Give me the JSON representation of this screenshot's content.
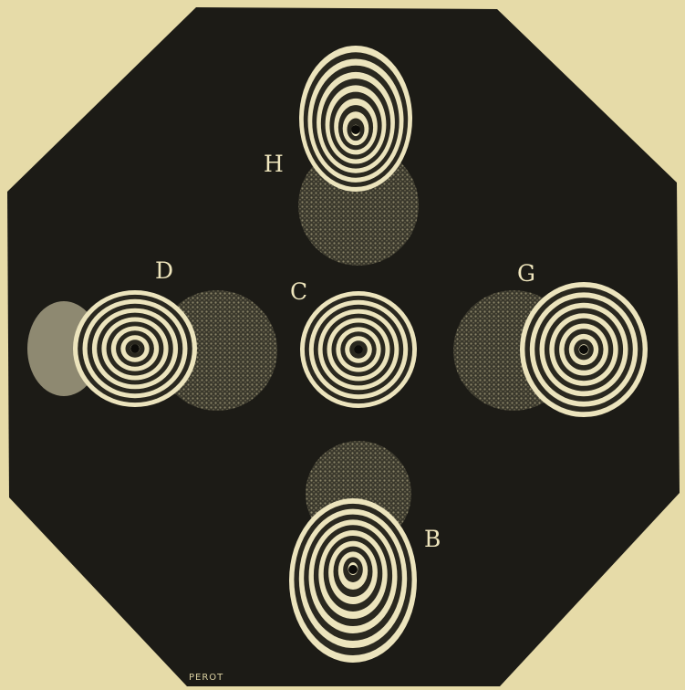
{
  "colors": {
    "paper": "#e6dba8",
    "plate": "#1c1b16",
    "ring_light": "#ece4bd",
    "ring_dark": "#2a281f",
    "stipple": "#6b6650"
  },
  "labels": {
    "h": "H",
    "d": "D",
    "c": "C",
    "g": "G",
    "b": "B"
  },
  "engraver_signature": "PEROT"
}
